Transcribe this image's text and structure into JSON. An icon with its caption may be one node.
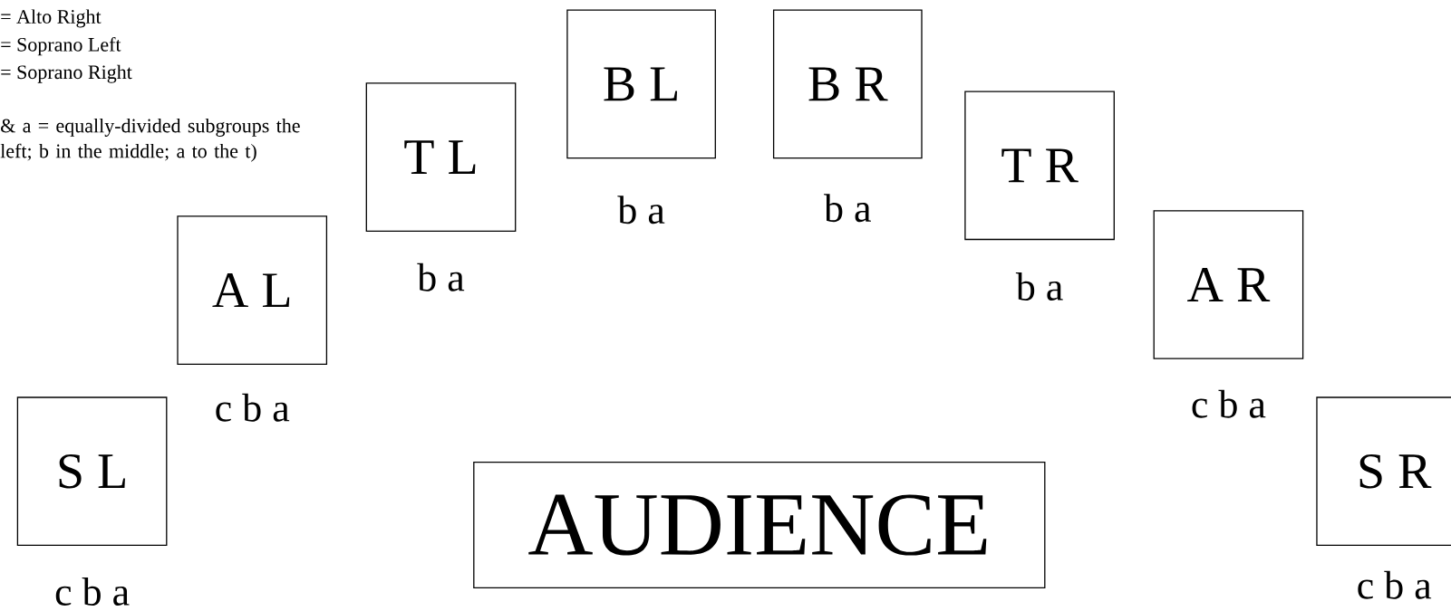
{
  "diagram": {
    "nodes": [
      {
        "text": [
          "S L"
        ],
        "beside": [
          "c b a"
        ]
      },
      {
        "text": [
          "A L"
        ],
        "beside": [
          "c b a"
        ]
      },
      {
        "text": [
          "T L"
        ],
        "beside": [
          "b a"
        ]
      },
      {
        "text": [
          "B L"
        ],
        "beside": [
          "b a"
        ]
      },
      {
        "text": [
          "B R"
        ],
        "beside": [
          "b a"
        ]
      },
      {
        "text": [
          "T R"
        ],
        "beside": [
          "b a"
        ]
      },
      {
        "text": [
          "A R"
        ],
        "beside": [
          "c b a"
        ]
      },
      {
        "text": [
          "S R"
        ],
        "beside": [
          "c b a"
        ]
      },
      {
        "text": [
          "AUDIENCE"
        ]
      }
    ],
    "labels": [
      "= Alto Right",
      "= Soprano Left",
      "= Soprano Right",
      "& a = equally-divided subgroups the left; b in the middle; a to the t)"
    ]
  }
}
